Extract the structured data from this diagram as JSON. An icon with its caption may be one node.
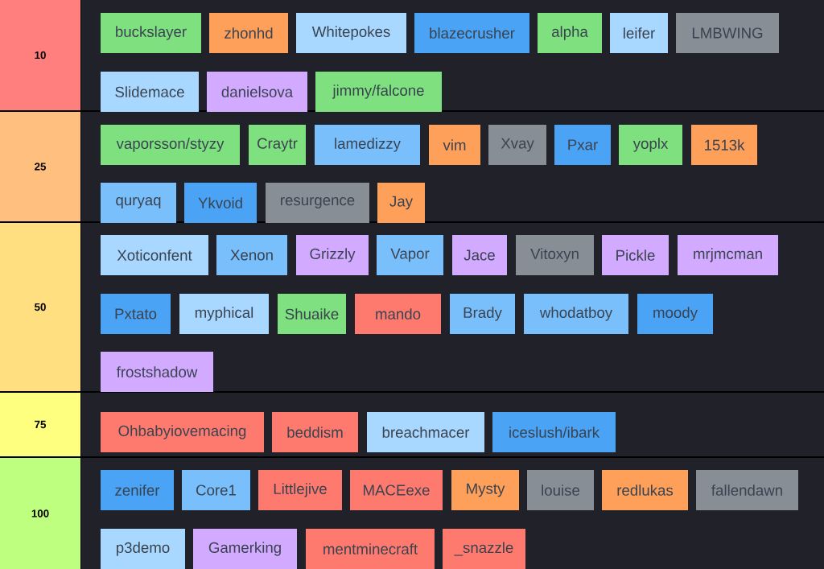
{
  "diagram": {
    "nodes": [
      {
        "text": [
          "10"
        ]
      },
      {
        "text": [
          "buckslayer"
        ]
      },
      {
        "text": [
          "zhonhd"
        ]
      },
      {
        "text": [
          "Whitepokes"
        ]
      },
      {
        "text": [
          "blazecrusher"
        ]
      },
      {
        "text": [
          "alpha"
        ]
      },
      {
        "text": [
          "leifer"
        ]
      },
      {
        "text": [
          "LMBWING"
        ]
      },
      {
        "text": [
          "Slidemace"
        ]
      },
      {
        "text": [
          "danielsova"
        ]
      },
      {
        "text": [
          "jimmy/falcone"
        ]
      },
      {
        "text": [
          "25"
        ]
      },
      {
        "text": [
          "vaporsson/styzy"
        ]
      },
      {
        "text": [
          "Craytr"
        ]
      },
      {
        "text": [
          "lamedizzy"
        ]
      },
      {
        "text": [
          "vim"
        ]
      },
      {
        "text": [
          "Xvay"
        ]
      },
      {
        "text": [
          "Pxar"
        ]
      },
      {
        "text": [
          "yoplx"
        ]
      },
      {
        "text": [
          "1513k"
        ]
      },
      {
        "text": [
          "quryaq"
        ]
      },
      {
        "text": [
          "Ykvoid"
        ]
      },
      {
        "text": [
          "resurgence"
        ]
      },
      {
        "text": [
          "Jay"
        ]
      },
      {
        "text": [
          "50"
        ]
      },
      {
        "text": [
          "Xoticonfent"
        ]
      },
      {
        "text": [
          "Xenon"
        ]
      },
      {
        "text": [
          "Grizzly"
        ]
      },
      {
        "text": [
          "Vapor"
        ]
      },
      {
        "text": [
          "Jace"
        ]
      },
      {
        "text": [
          "Vitoxyn"
        ]
      },
      {
        "text": [
          "Pickle"
        ]
      },
      {
        "text": [
          "mrjmcman"
        ]
      },
      {
        "text": [
          "Pxtato"
        ]
      },
      {
        "text": [
          "myphical"
        ]
      },
      {
        "text": [
          "Shuaike"
        ]
      },
      {
        "text": [
          "mando"
        ]
      },
      {
        "text": [
          "Brady"
        ]
      },
      {
        "text": [
          "whodatboy"
        ]
      },
      {
        "text": [
          "moody"
        ]
      },
      {
        "text": [
          "frostshadow"
        ]
      },
      {
        "text": [
          "75"
        ]
      },
      {
        "text": [
          "Ohbabyiovemacing"
        ]
      },
      {
        "text": [
          "beddism"
        ]
      },
      {
        "text": [
          "breachmacer"
        ]
      },
      {
        "text": [
          "iceslush/ibark"
        ]
      },
      {
        "text": [
          "100"
        ]
      },
      {
        "text": [
          "zenifer"
        ]
      },
      {
        "text": [
          "Core1"
        ]
      },
      {
        "text": [
          "Littlejive"
        ]
      },
      {
        "text": [
          "MACEexe"
        ]
      },
      {
        "text": [
          "Mysty"
        ]
      },
      {
        "text": [
          "louise"
        ]
      },
      {
        "text": [
          "redlukas"
        ]
      },
      {
        "text": [
          "fallendawn"
        ]
      },
      {
        "text": [
          "p3demo"
        ]
      },
      {
        "text": [
          "Gamerking"
        ]
      },
      {
        "text": [
          "mentminecraft"
        ]
      },
      {
        "text": [
          "_snazzle"
        ]
      }
    ]
  }
}
